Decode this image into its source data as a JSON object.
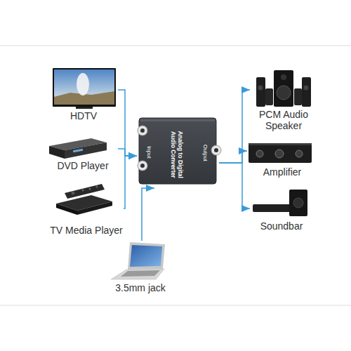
{
  "diagram": {
    "nodes": [
      {
        "text": [
          "HDTV"
        ]
      },
      {
        "text": [
          "DVD Player"
        ]
      },
      {
        "text": [
          "TV Media Player"
        ]
      },
      {
        "text": [
          "Analog to Digital Audio Converter",
          "Input",
          "Output"
        ]
      },
      {
        "text": [
          "PCM Audio Speaker"
        ]
      },
      {
        "text": [
          "Amplifier"
        ]
      },
      {
        "text": [
          "Soundbar"
        ]
      },
      {
        "text": [
          "3.5mm jack"
        ]
      }
    ],
    "edges": [
      {
        "from": 0,
        "to": 3,
        "arrow": "to"
      },
      {
        "from": 1,
        "to": 3,
        "arrow": "to"
      },
      {
        "from": 2,
        "to": 3,
        "arrow": "to"
      },
      {
        "from": 7,
        "to": 3,
        "arrow": "to"
      },
      {
        "from": 3,
        "to": 4,
        "arrow": "to"
      },
      {
        "from": 3,
        "to": 5,
        "arrow": "to"
      },
      {
        "from": 3,
        "to": 6,
        "arrow": "to"
      }
    ]
  }
}
